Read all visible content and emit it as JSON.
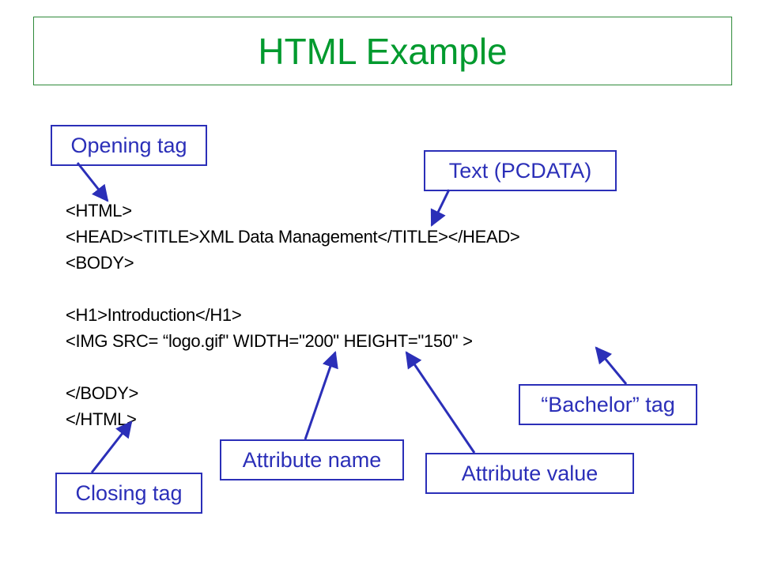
{
  "title": "HTML Example",
  "code_lines": [
    "<HTML>",
    "<HEAD><TITLE>XML Data Management</TITLE></HEAD>",
    "<BODY>",
    "",
    "<H1>Introduction</H1>",
    "<IMG SRC= “logo.gif\" WIDTH=\"200\" HEIGHT=\"150\" >",
    "",
    "</BODY>",
    "</HTML>"
  ],
  "labels": {
    "opening_tag": "Opening tag",
    "text_pcdata": "Text (PCDATA)",
    "bachelor_tag": "“Bachelor” tag",
    "attribute_name": "Attribute name",
    "attribute_value": "Attribute value",
    "closing_tag": "Closing tag"
  },
  "colors": {
    "title": "#009a2e",
    "title_border": "#2f8a3a",
    "annotation": "#2b2fb8",
    "code_text": "#000000"
  }
}
